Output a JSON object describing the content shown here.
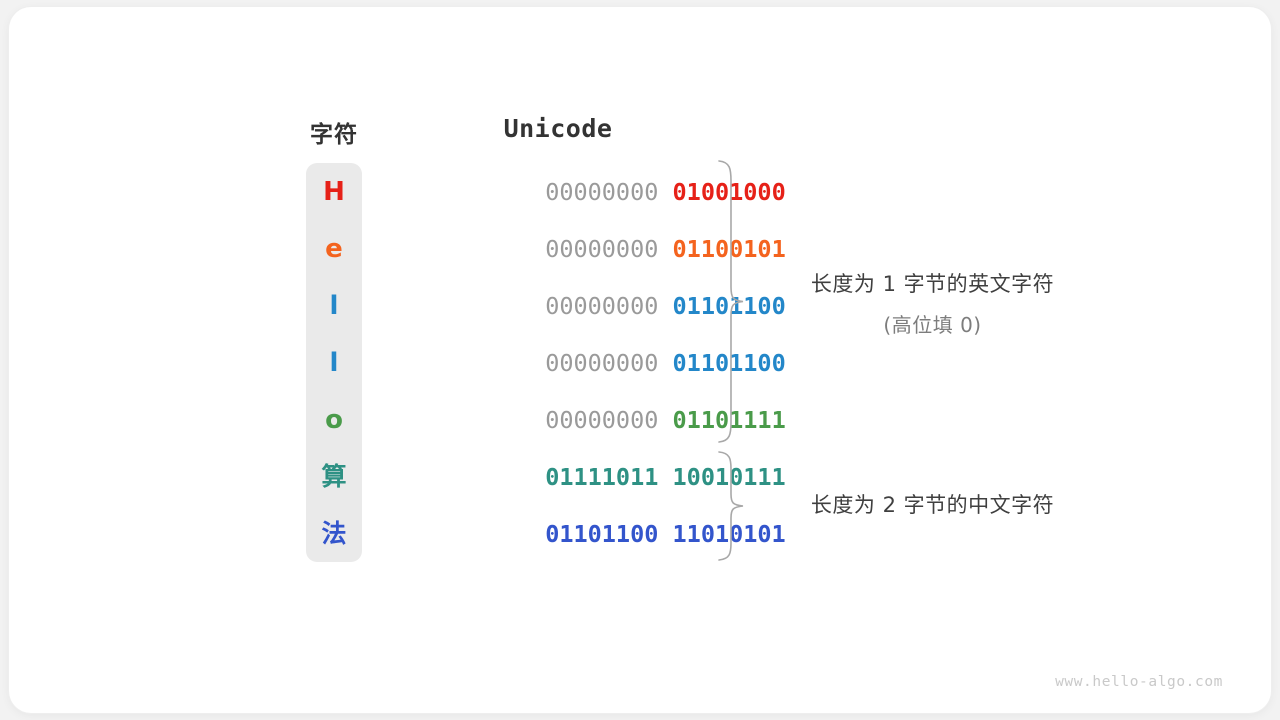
{
  "figure": {
    "headers": {
      "character": "字符",
      "unicode": "Unicode"
    },
    "rows": [
      {
        "char": "H",
        "char_color": "#e62118",
        "high_byte": "00000000",
        "low_byte": "01001000",
        "bits_color": "#e62118",
        "cjk": false
      },
      {
        "char": "e",
        "char_color": "#f4631e",
        "high_byte": "00000000",
        "low_byte": "01100101",
        "bits_color": "#f4631e",
        "cjk": false
      },
      {
        "char": "l",
        "char_color": "#2387c9",
        "high_byte": "00000000",
        "low_byte": "01101100",
        "bits_color": "#2387c9",
        "cjk": false
      },
      {
        "char": "l",
        "char_color": "#2387c9",
        "high_byte": "00000000",
        "low_byte": "01101100",
        "bits_color": "#2387c9",
        "cjk": false
      },
      {
        "char": "o",
        "char_color": "#4a9b4a",
        "high_byte": "00000000",
        "low_byte": "01101111",
        "bits_color": "#4a9b4a",
        "cjk": false
      },
      {
        "char": "算",
        "char_color": "#2e9184",
        "high_byte": "",
        "low_byte": "01111011 10010111",
        "bits_color": "#2e9184",
        "cjk": true
      },
      {
        "char": "法",
        "char_color": "#3355cc",
        "high_byte": "",
        "low_byte": "01101100 11010101",
        "bits_color": "#3355cc",
        "cjk": true
      }
    ],
    "annotations": [
      {
        "line1": "长度为 1 字节的英文字符",
        "line2": "(高位填 0)"
      },
      {
        "line1": "长度为 2 字节的中文字符",
        "line2": ""
      }
    ],
    "watermark": "www.hello-algo.com",
    "palette": {
      "char_column_bg": "#eaeaea",
      "high_byte_gray": "#9a9a9a",
      "brace_gray": "#a8a8a8",
      "header_text": "#333333",
      "card_bg": "#ffffff",
      "page_bg": "#f2f2f2"
    }
  }
}
